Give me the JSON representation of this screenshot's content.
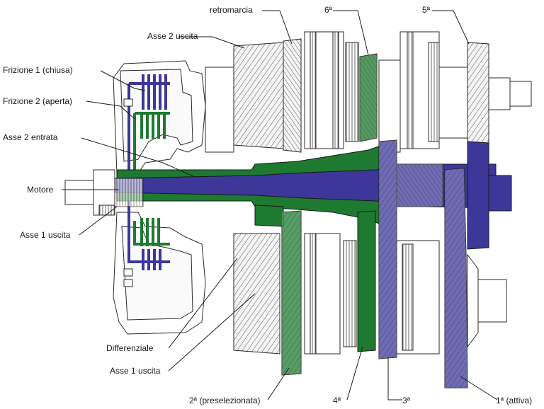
{
  "colors": {
    "axle1": "#3d3799",
    "axle2": "#1e7a30",
    "outline": "#2a2a2a",
    "gear_gray": "#d9d9d9",
    "background": "#ffffff"
  },
  "labels": {
    "retromarcia": "retromarcia",
    "gear6": "6ª",
    "gear5": "5ª",
    "asse2_uscita": "Asse 2 uscita",
    "frizione1": "Frizione 1 (chiusa)",
    "frizione2": "Frizione 2 (aperta)",
    "asse2_entrata": "Asse 2 entrata",
    "motore": "Motore",
    "asse1_uscita_top": "Asse 1 uscita",
    "differenziale": "Differenziale",
    "asse1_uscita_bottom": "Asse 1 uscita",
    "gear2": "2ª (preselezionata)",
    "gear4": "4ª",
    "gear3": "3ª",
    "gear1": "1ª (attiva)"
  }
}
